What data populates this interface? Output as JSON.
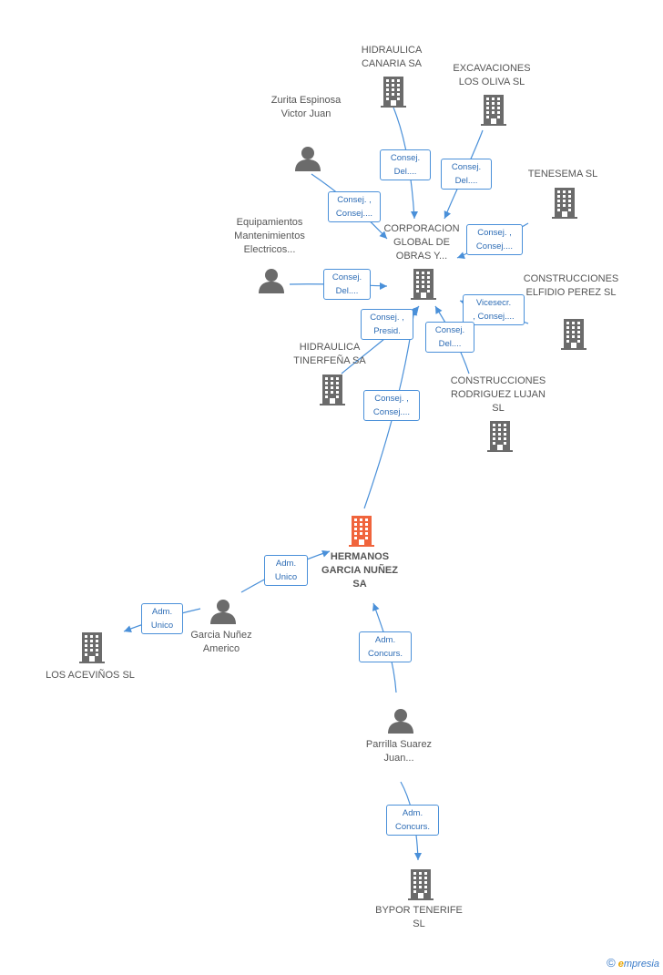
{
  "colors": {
    "company_icon": "#6b6b6b",
    "person_icon": "#6b6b6b",
    "focus_icon": "#f0643c",
    "edge": "#4a90d9",
    "edge_label_text": "#2d6cb5"
  },
  "brand": {
    "copyright": "©",
    "logo": "empresia"
  },
  "nodes": [
    {
      "id": "hidraulica-canaria",
      "type": "company",
      "label": "HIDRAULICA\nCANARIA SA"
    },
    {
      "id": "excavaciones-los-oliva",
      "type": "company",
      "label": "EXCAVACIONES\nLOS OLIVA  SL"
    },
    {
      "id": "zurita",
      "type": "person",
      "label": "Zurita\nEspinosa\nVictor Juan"
    },
    {
      "id": "tenesema",
      "type": "company",
      "label": "TENESEMA SL"
    },
    {
      "id": "equipamientos",
      "type": "person",
      "label": "Equipamientos\nMantenimientos\nElectricos..."
    },
    {
      "id": "corporacion",
      "type": "company",
      "label": "CORPORACION\nGLOBAL DE\nOBRAS Y..."
    },
    {
      "id": "construcciones-elfidio",
      "type": "company",
      "label": "CONSTRUCCIONES\nELFIDIO\nPEREZ  SL"
    },
    {
      "id": "hidraulica-tinerfena",
      "type": "company",
      "label": "HIDRAULICA\nTINERFEÑA SA"
    },
    {
      "id": "construcciones-rodriguez",
      "type": "company",
      "label": "CONSTRUCCIONES\nRODRIGUEZ\nLUJAN SL"
    },
    {
      "id": "hermanos-garcia",
      "type": "focus",
      "label": "HERMANOS\nGARCIA\nNUÑEZ SA"
    },
    {
      "id": "garcia-nunez",
      "type": "person",
      "label": "Garcia\nNuñez\nAmerico"
    },
    {
      "id": "los-acevinos",
      "type": "company",
      "label": "LOS\nACEVIÑOS SL"
    },
    {
      "id": "parrilla",
      "type": "person",
      "label": "Parrilla\nSuarez\nJuan..."
    },
    {
      "id": "bypor",
      "type": "company",
      "label": "BYPOR\nTENERIFE SL"
    }
  ],
  "edges": [
    {
      "id": "e-canaria",
      "label": "Consej.\nDel...."
    },
    {
      "id": "e-oliva",
      "label": "Consej.\nDel...."
    },
    {
      "id": "e-zurita",
      "label": "Consej. ,\nConsej...."
    },
    {
      "id": "e-tenesema",
      "label": "Consej. ,\nConsej...."
    },
    {
      "id": "e-equip",
      "label": "Consej.\nDel...."
    },
    {
      "id": "e-elfidio",
      "label": "Vicesecr.\n, Consej...."
    },
    {
      "id": "e-tinerfena",
      "label": "Consej. ,\nPresid."
    },
    {
      "id": "e-rodriguez",
      "label": "Consej.\nDel...."
    },
    {
      "id": "e-hermanos",
      "label": "Consej. ,\nConsej...."
    },
    {
      "id": "e-garcia-hermanos",
      "label": "Adm.\nUnico"
    },
    {
      "id": "e-garcia-acevinos",
      "label": "Adm.\nUnico"
    },
    {
      "id": "e-parrilla-hermanos",
      "label": "Adm.\nConcurs."
    },
    {
      "id": "e-parrilla-bypor",
      "label": "Adm.\nConcurs."
    }
  ]
}
